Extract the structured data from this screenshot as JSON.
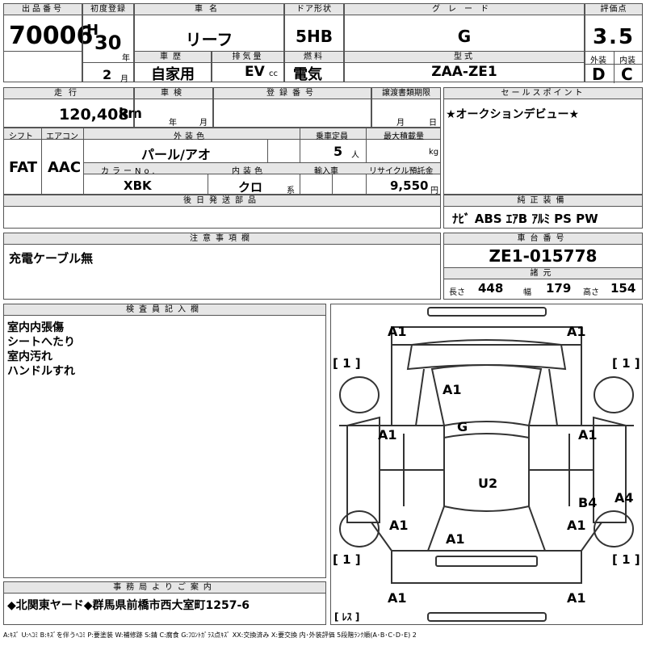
{
  "header": {
    "lot_label": "出品番号",
    "lot": "70006",
    "first_reg_label": "初度登録",
    "era": "H",
    "year": "30",
    "year_unit": "年",
    "month": "2",
    "month_unit": "月",
    "car_name_label": "車名",
    "car_name": "リーフ",
    "door_label": "ドア形状",
    "door": "5HB",
    "grade_label": "グレード",
    "grade": "G",
    "score_label": "評価点",
    "score": "3.5",
    "exterior_label": "外装",
    "exterior": "D",
    "interior_label": "内装",
    "interior": "C",
    "history_label": "車歴",
    "history": "自家用",
    "displacement_label": "排気量",
    "displacement": "EV",
    "cc": "cc",
    "fuel_label": "燃料",
    "fuel": "電気",
    "model_label": "型式",
    "model": "ZAA-ZE1"
  },
  "row2": {
    "mileage_label": "走行",
    "mileage": "120,408",
    "km": "km",
    "inspection_label": "車検",
    "year_unit": "年",
    "month_unit": "月",
    "reg_no_label": "登録番号",
    "transfer_label": "譲渡書類期限",
    "t_month": "月",
    "t_day": "日",
    "sales_label": "セールスポイント",
    "sales_point": "★オークションデビュー★"
  },
  "row3": {
    "shift_label": "シフト",
    "shift": "FAT",
    "ac_label": "エアコン",
    "ac": "AAC",
    "ext_color_label": "外装色",
    "ext_color": "パール/アオ",
    "capacity_label": "乗車定員",
    "capacity": "5",
    "person_unit": "人",
    "load_label": "最大積載量",
    "kg": "kg",
    "color_no_label": "カラーNo.",
    "color_no": "XBK",
    "int_color_label": "内装色",
    "int_color": "クロ",
    "kei": "系",
    "import_label": "輸入車",
    "recycle_label": "リサイクル預託金",
    "recycle": "9,550",
    "yen": "円"
  },
  "later_parts_label": "後日発送部品",
  "equipment_label": "純正装備",
  "equipment": "ﾅﾋﾞ ABS ｴｱB ｱﾙﾐ PS PW",
  "notes_label": "注意事項欄",
  "notes": "充電ケーブル無",
  "chassis_label": "車台番号",
  "chassis": "ZE1-015778",
  "dims_label": "諸元",
  "dims": {
    "len_label": "長さ",
    "len": "448",
    "wid_label": "幅",
    "wid": "179",
    "hgt_label": "高さ",
    "hgt": "154"
  },
  "inspector_label": "検査員記入欄",
  "inspector_notes": [
    "室内内張傷",
    "シートへたり",
    "室内汚れ",
    "ハンドルすれ"
  ],
  "office_label": "事務局よりご案内",
  "office_note": "◆北関東ヤード◆群馬県前橋市西大室町1257-6",
  "legend": "A:ｷｽﾞ U:ﾍｺﾐ B:ｷｽﾞを伴うﾍｺﾐ P:要塗装 W:補修跡 S:錆 C:腐食 G:ﾌﾛﾝﾄｶﾞﾗｽ点ｷｽﾞ XX:交換済み X:要交換 内･外装評価 5段階ﾗﾝｸ順(A･B･C･D･E) 2",
  "diagram": {
    "marks": [
      "A1",
      "A1",
      "A1",
      "G",
      "A1",
      "A1",
      "U2",
      "B4",
      "A4",
      "A1",
      "A1",
      "A1",
      "A1",
      "A1"
    ],
    "tires": [
      "[ 1 ]",
      "[ 1 ]",
      "[ 1 ]",
      "[ 1 ]"
    ],
    "spare": "[ ﾚｽ ]"
  }
}
